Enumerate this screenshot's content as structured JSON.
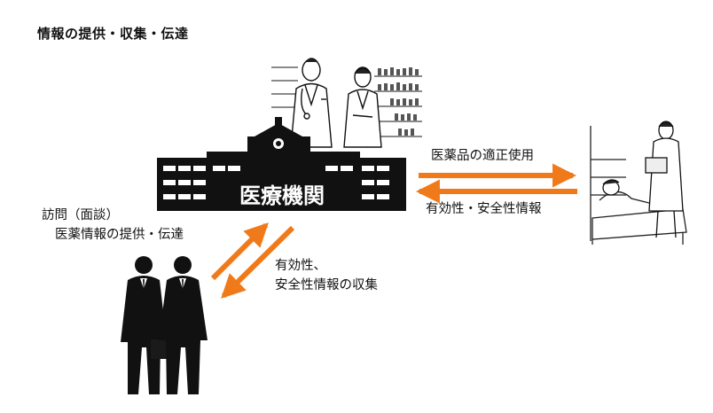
{
  "title": "情報の提供・収集・伝達",
  "hospital": {
    "name": "医療機関"
  },
  "arrows": {
    "usage_label": "医薬品の適正使用",
    "return_label": "有効性・安全性情報"
  },
  "visit": {
    "line1": "訪問（面談）",
    "line2": "医薬情報の提供・伝達"
  },
  "collection": {
    "line1": "有効性、",
    "line2": "安全性情報の収集"
  },
  "colors": {
    "arrow": "#f07a1a",
    "hospital": "#111111"
  },
  "icons": {
    "doctors": "doctors-illustration",
    "patient": "patient-bed-illustration",
    "representatives": "business-people-silhouette"
  }
}
